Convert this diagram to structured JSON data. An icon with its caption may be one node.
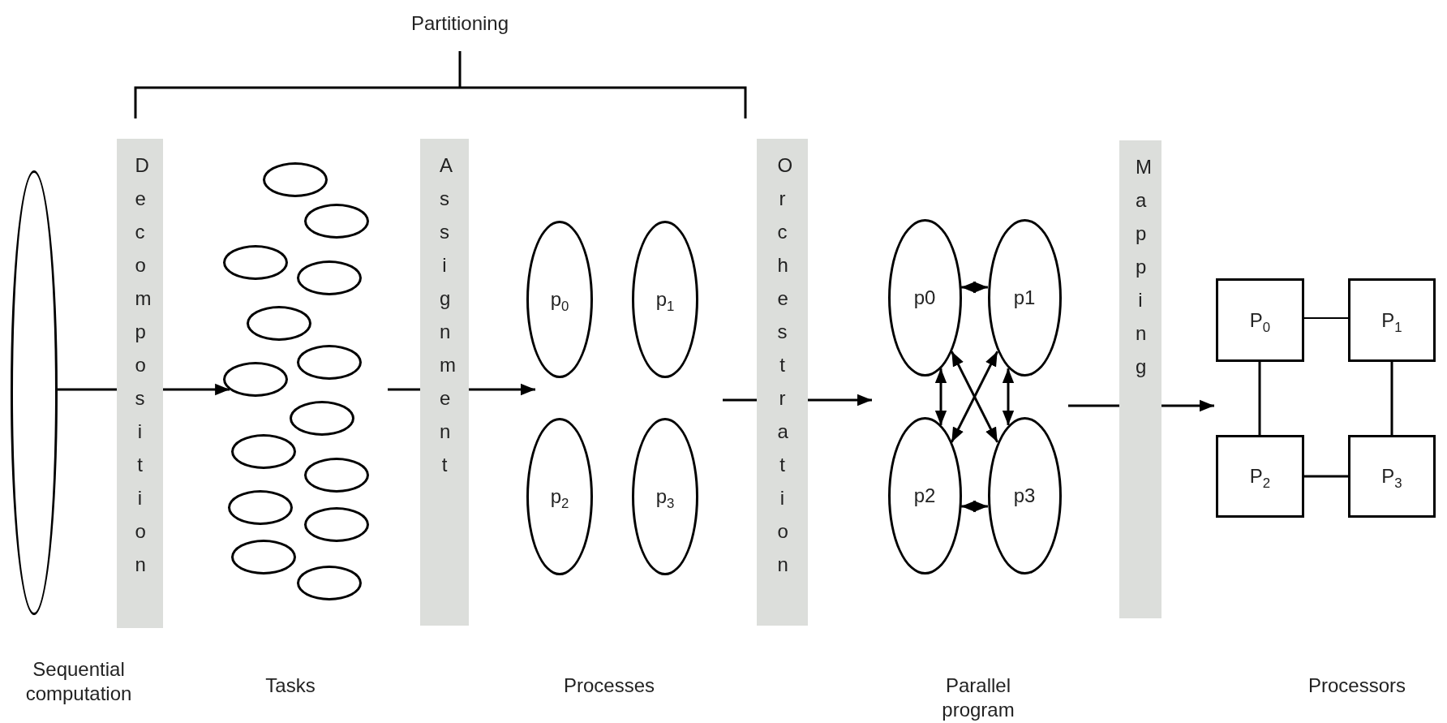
{
  "diagram": {
    "nodes": [
      {
        "text": [],
        "shape": "ellipse",
        "beside": [
          "Sequential computation"
        ]
      },
      {
        "text": [
          "Decomposition"
        ]
      },
      {
        "text": [],
        "shape": "ellipse"
      },
      {
        "text": [],
        "shape": "ellipse"
      },
      {
        "text": [],
        "shape": "ellipse"
      },
      {
        "text": [],
        "shape": "ellipse"
      },
      {
        "text": [],
        "shape": "ellipse"
      },
      {
        "text": [],
        "shape": "ellipse"
      },
      {
        "text": [],
        "shape": "ellipse"
      },
      {
        "text": [],
        "shape": "ellipse"
      },
      {
        "text": [],
        "shape": "ellipse"
      },
      {
        "text": [],
        "shape": "ellipse"
      },
      {
        "text": [],
        "shape": "ellipse"
      },
      {
        "text": [],
        "shape": "ellipse"
      },
      {
        "text": [],
        "shape": "ellipse"
      },
      {
        "text": [],
        "shape": "ellipse"
      },
      {
        "text": [
          "Assignment"
        ]
      },
      {
        "text": [
          "p$_{0}$"
        ]
      },
      {
        "text": [
          "p$_{1}$"
        ]
      },
      {
        "text": [
          "p$_{2}$"
        ]
      },
      {
        "text": [
          "p$_{3}$"
        ]
      },
      {
        "text": [
          "Orchestration"
        ]
      },
      {
        "text": [
          "p0"
        ]
      },
      {
        "text": [
          "p1"
        ]
      },
      {
        "text": [
          "p2"
        ]
      },
      {
        "text": [
          "p3"
        ]
      },
      {
        "text": [
          "Mapping"
        ]
      },
      {
        "text": [
          "P$_{0}$"
        ]
      },
      {
        "text": [
          "P$_{1}$"
        ]
      },
      {
        "text": [
          "P$_{2}$"
        ]
      },
      {
        "text": [
          "P$_{3}$"
        ]
      }
    ],
    "edges": [
      {
        "from": 0,
        "to": 1,
        "arrow": "none"
      },
      {
        "from": 1,
        "to": 8,
        "arrow": "to"
      },
      {
        "from": null,
        "to": 16,
        "arrow": "none"
      },
      {
        "from": 16,
        "to": 17,
        "arrow": "to"
      },
      {
        "from": null,
        "to": 21,
        "arrow": "none"
      },
      {
        "from": 21,
        "to": 24,
        "arrow": "to"
      },
      {
        "from": 25,
        "to": 26,
        "arrow": "none"
      },
      {
        "from": 26,
        "to": 29,
        "arrow": "to"
      },
      {
        "from": 22,
        "to": 23,
        "arrow": "both"
      },
      {
        "from": 22,
        "to": 24,
        "arrow": "both"
      },
      {
        "from": 23,
        "to": 25,
        "arrow": "both"
      },
      {
        "from": 24,
        "to": 25,
        "arrow": "both"
      },
      {
        "from": 22,
        "to": 25,
        "arrow": "both"
      },
      {
        "from": 23,
        "to": 24,
        "arrow": "both"
      },
      {
        "from": 27,
        "to": 28,
        "arrow": "none"
      },
      {
        "from": 27,
        "to": 29,
        "arrow": "none"
      },
      {
        "from": 28,
        "to": 30,
        "arrow": "none"
      },
      {
        "from": 29,
        "to": 30,
        "arrow": "none"
      }
    ],
    "labels": [
      "Partitioning",
      "Tasks",
      "Processes",
      "Parallel program",
      "Processors"
    ]
  }
}
